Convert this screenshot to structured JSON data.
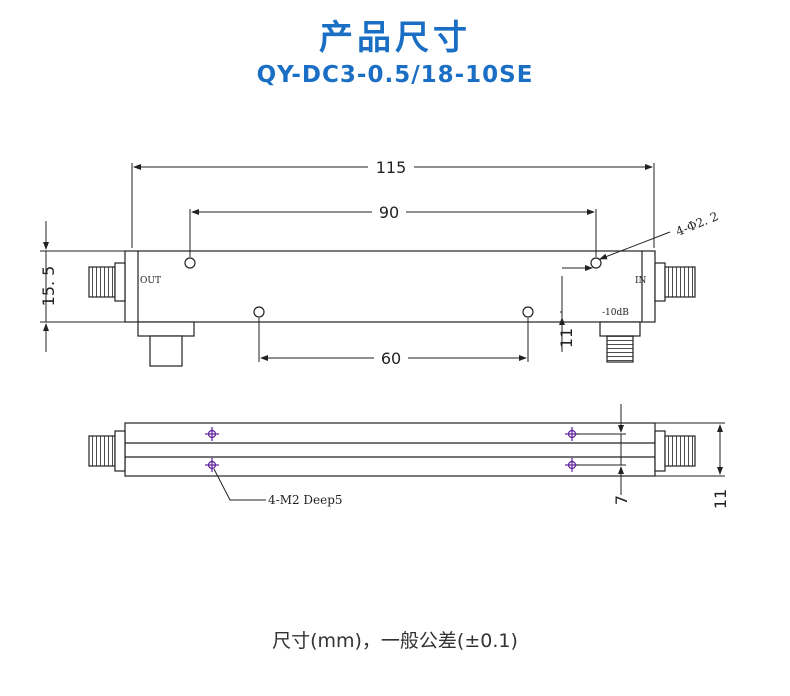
{
  "page": {
    "title": "产品尺寸",
    "model": "QY-DC3-0.5/18-10SE",
    "tolerance_note": "尺寸(mm)，一般公差(±0.1)"
  },
  "drawing": {
    "top_view": {
      "dim_length": "115",
      "dim_hole_spacing_top": "90",
      "dim_hole_spacing_bottom": "60",
      "dim_height": "15. 5",
      "dim_hole_offset": "11",
      "hole_callout": "4-Φ2. 2",
      "port_out": "OUT",
      "port_in": "IN",
      "coupling_label": "-10dB"
    },
    "side_view": {
      "thread_callout": "4-M2 Deep5",
      "dim_screw_spacing": "7",
      "dim_thickness": "11"
    }
  },
  "colors": {
    "accent": "#1a6fc4",
    "line": "#222222",
    "screw": "#5c1f9e",
    "text": "#333333"
  }
}
